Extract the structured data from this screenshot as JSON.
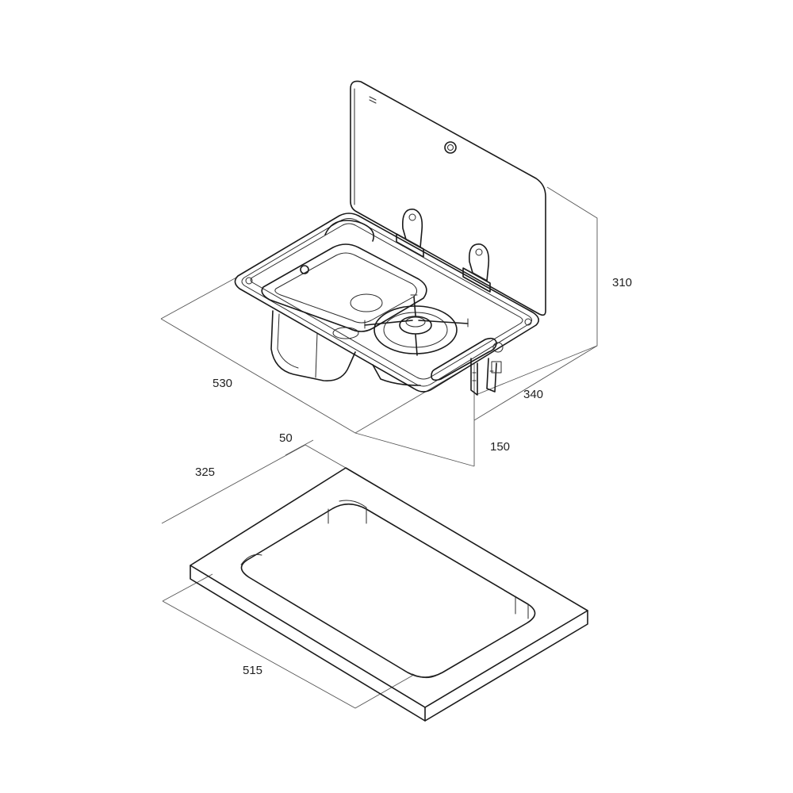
{
  "dimensions": {
    "width": "530",
    "depth": "340",
    "lid_height": "310",
    "bowl_depth": "150",
    "cutout_width": "515",
    "cutout_depth": "325",
    "cutout_corner": "50"
  }
}
